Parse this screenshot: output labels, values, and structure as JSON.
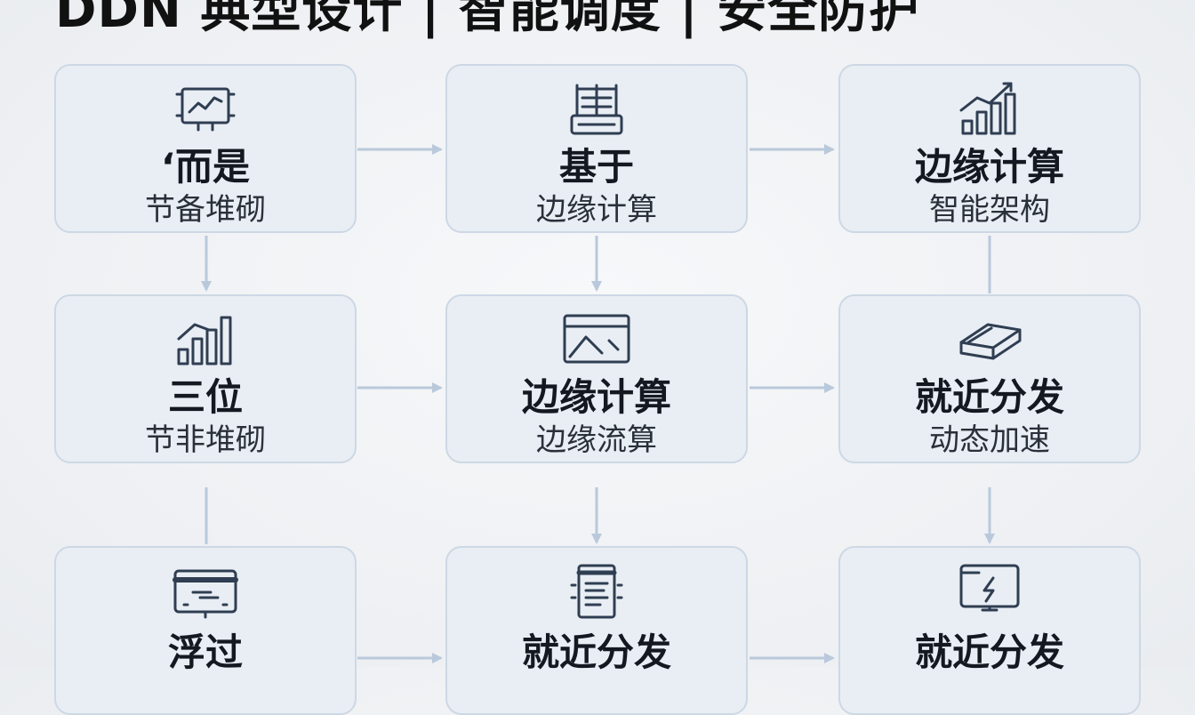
{
  "title": "DDN 典型设计 | 智能调度 | 安全防护",
  "cards": [
    {
      "main": "‘而是",
      "sub": "节备堆砌",
      "icon": "chart-window-icon"
    },
    {
      "main": "基于",
      "sub": "边缘计算",
      "icon": "server-rack-icon"
    },
    {
      "main": "边缘计算",
      "sub": "智能架构",
      "icon": "growth-bar-chart-icon"
    },
    {
      "main": "三位",
      "sub": "节非堆砌",
      "icon": "bar-chart-icon"
    },
    {
      "main": "边缘计算",
      "sub": "边缘流算",
      "icon": "monitor-line-icon"
    },
    {
      "main": "就近分发",
      "sub": "动态加速",
      "icon": "storage-box-icon"
    },
    {
      "main": "浮过",
      "sub": "",
      "icon": "transfer-window-icon"
    },
    {
      "main": "就近分发",
      "sub": "",
      "icon": "document-icon"
    },
    {
      "main": "就近分发",
      "sub": "",
      "icon": "lightning-monitor-icon"
    }
  ],
  "colors": {
    "card_bg": "#e9eef4",
    "card_border": "#cdd8e4",
    "icon_stroke": "#2f3e52",
    "connector": "#b9c9db"
  }
}
